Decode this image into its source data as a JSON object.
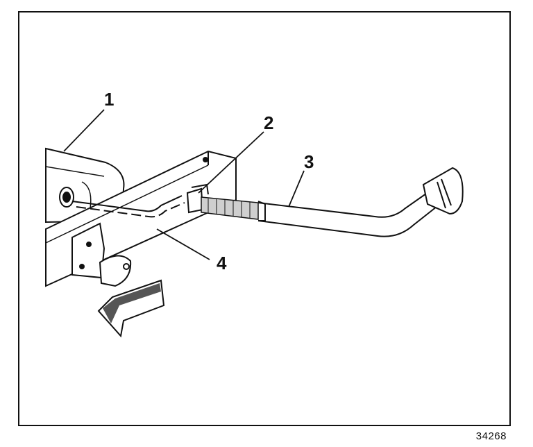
{
  "callouts": [
    {
      "id": "1",
      "label": "1"
    },
    {
      "id": "2",
      "label": "2"
    },
    {
      "id": "3",
      "label": "3"
    },
    {
      "id": "4",
      "label": "4"
    }
  ],
  "figure_number": "34268"
}
